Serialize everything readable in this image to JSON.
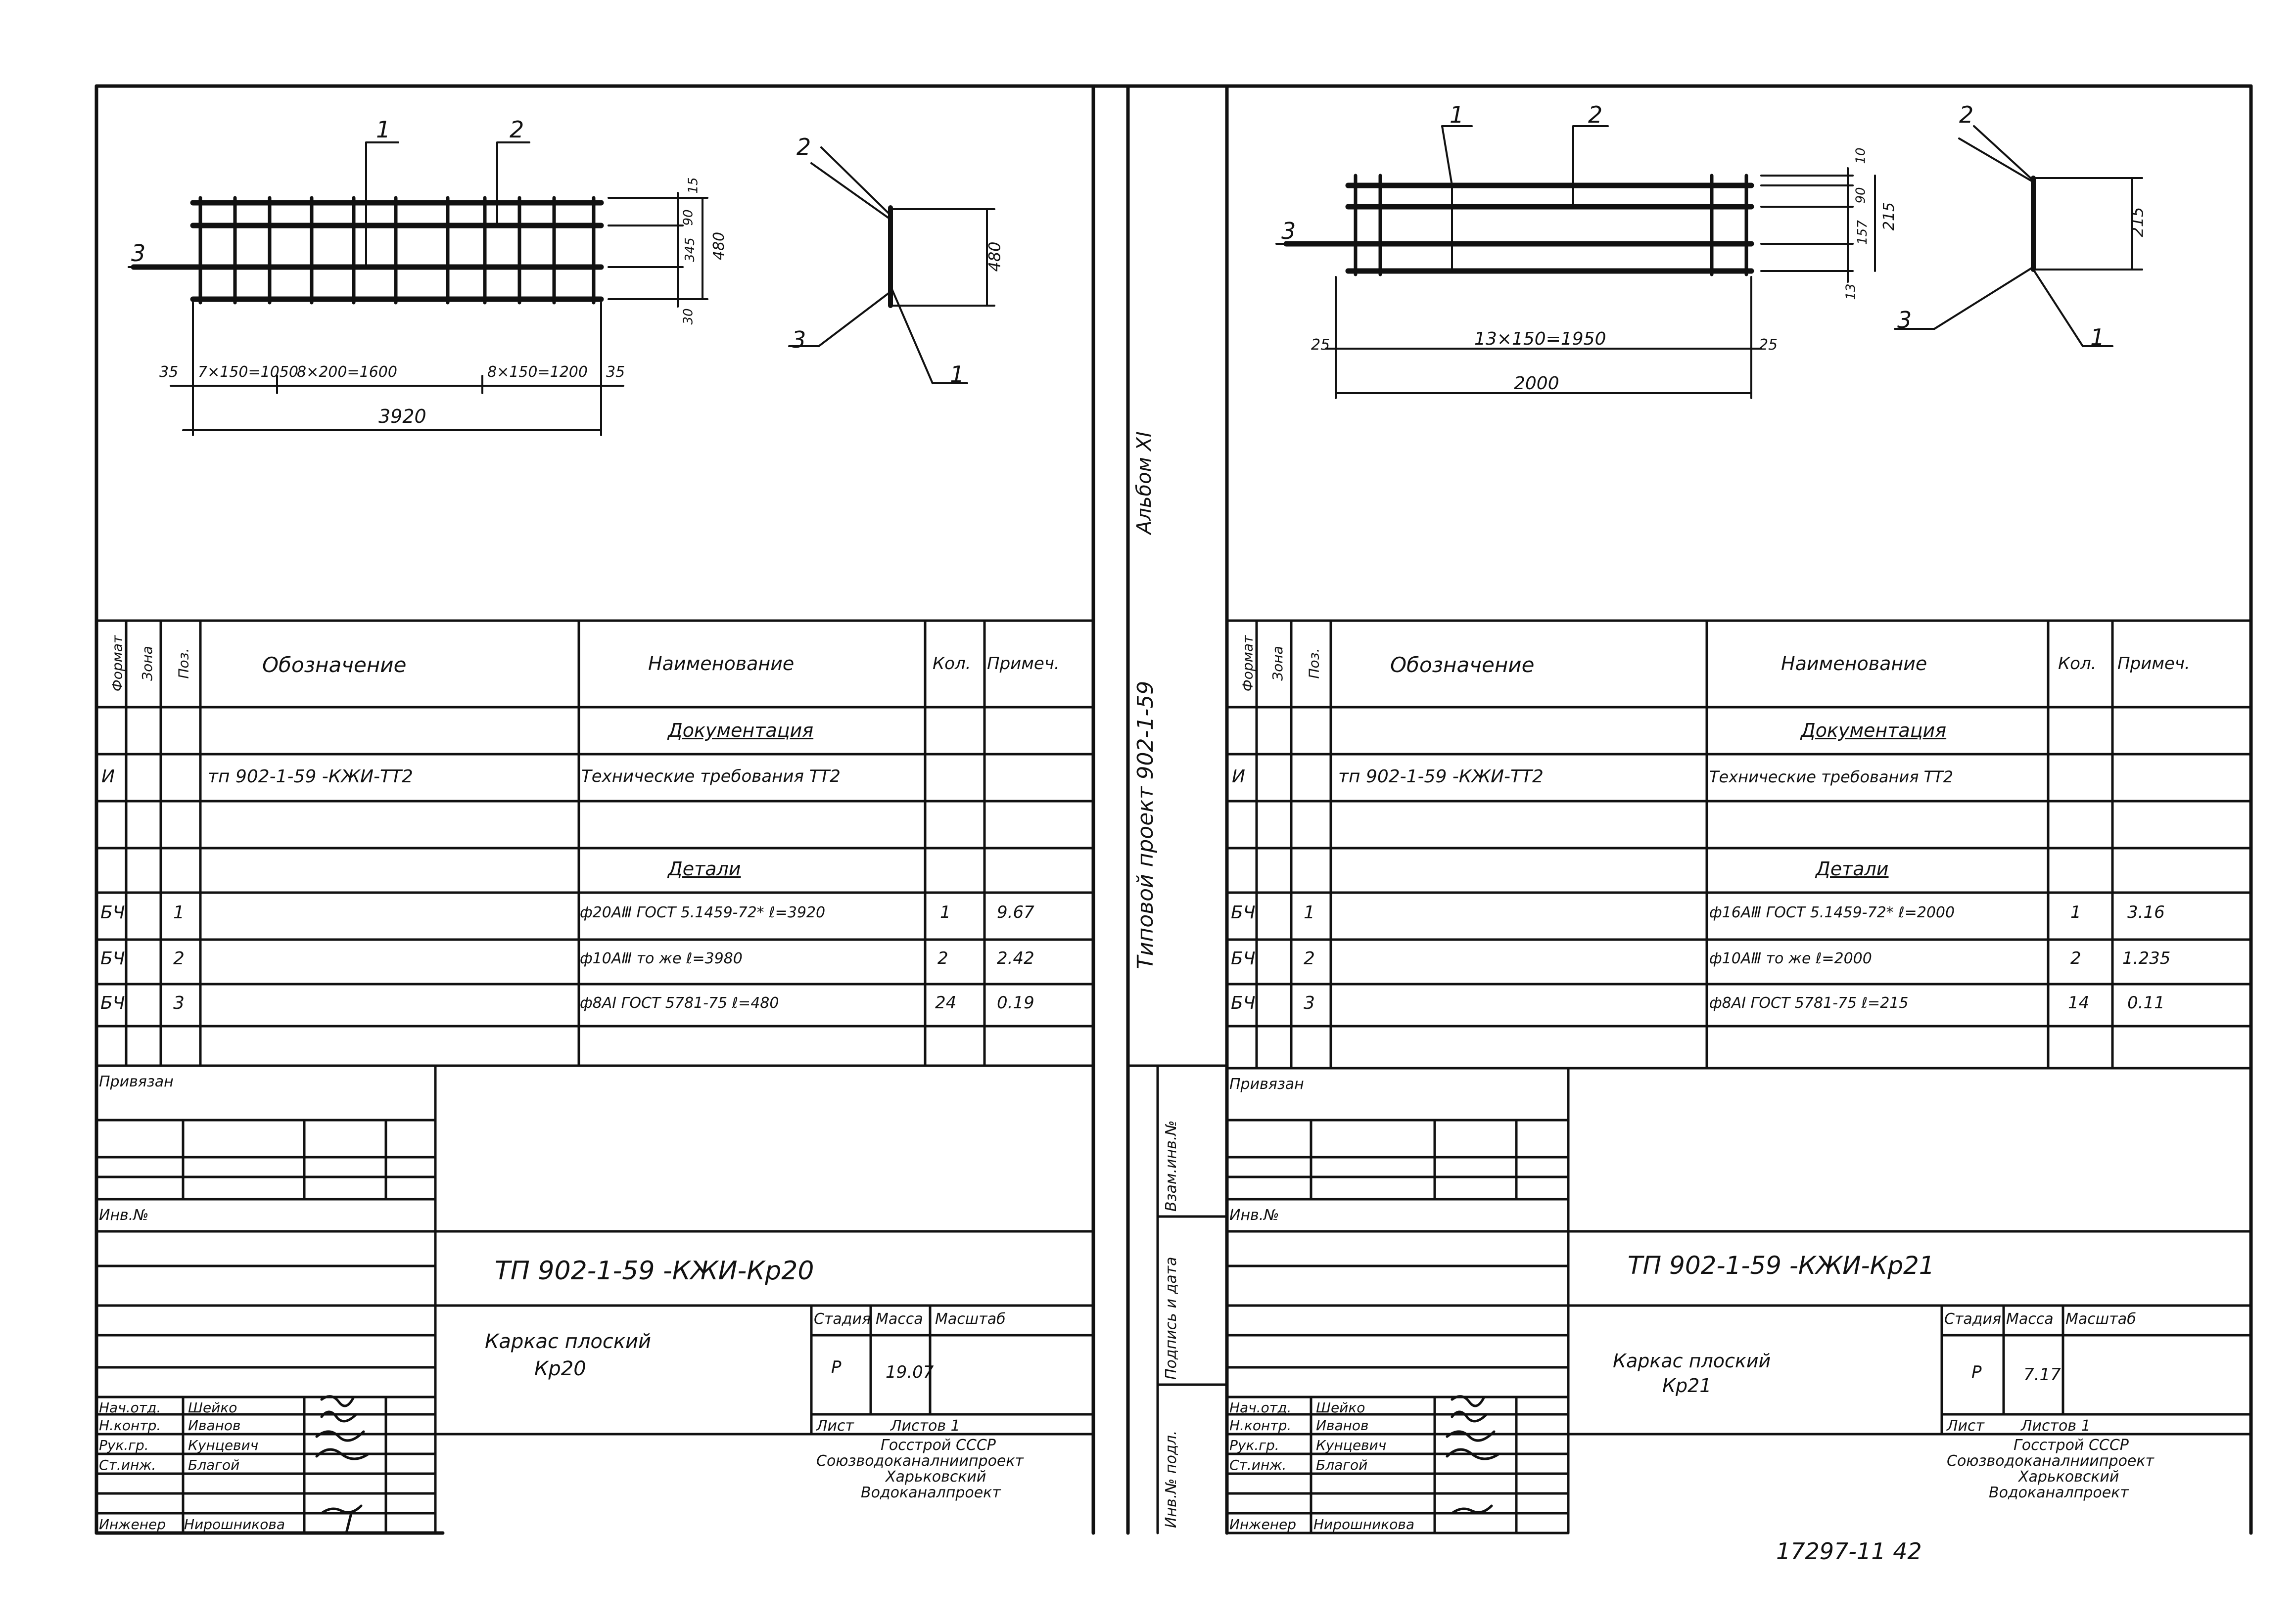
{
  "left_sheet": {
    "callouts": {
      "pos1": "1",
      "pos2": "2",
      "pos3": "3",
      "side_pos1": "1",
      "side_pos2": "2",
      "side_pos3": "3"
    },
    "dimensions": {
      "d35_left": "35",
      "d_spacing1": "7×150=1050",
      "d_spacing2": "8×200=1600",
      "d_spacing3": "8×150=1200",
      "d35_right": "35",
      "d_total": "3920",
      "d_15": "15",
      "d_90": "90",
      "d_345": "345",
      "d_480": "480",
      "d_30": "30",
      "d_side480": "480"
    },
    "spec_header": {
      "format": "Формат",
      "zone": "Зона",
      "pos": "Поз.",
      "designation": "Обозначение",
      "name": "Наименование",
      "qty": "Кол.",
      "note": "Примеч."
    },
    "spec_rows": [
      {
        "format": "",
        "pos": "",
        "designation": "",
        "name": "Документация",
        "qty": "",
        "note": ""
      },
      {
        "format": "И",
        "pos": "",
        "designation": "тп 902-1-59     -КЖИ-ТТ2",
        "name": "Технические требования ТТ2",
        "qty": "",
        "note": ""
      },
      {
        "format": "",
        "pos": "",
        "designation": "",
        "name": "",
        "qty": "",
        "note": ""
      },
      {
        "format": "",
        "pos": "",
        "designation": "",
        "name": "Детали",
        "qty": "",
        "note": ""
      },
      {
        "format": "БЧ",
        "pos": "1",
        "designation": "",
        "name": "ф20АⅢ ГОСТ 5.1459-72* ℓ=3920",
        "qty": "1",
        "note": "9.67"
      },
      {
        "format": "БЧ",
        "pos": "2",
        "designation": "",
        "name": "ф10АⅢ   то же       ℓ=3980",
        "qty": "2",
        "note": "2.42"
      },
      {
        "format": "БЧ",
        "pos": "3",
        "designation": "",
        "name": "ф8АⅠ ГОСТ 5781-75    ℓ=480",
        "qty": "24",
        "note": "0.19"
      }
    ],
    "binding_label": "Привязан",
    "inv_label": "Инв.№",
    "doc_code": "ТП 902-1-59        -КЖИ-Кр20",
    "product_name_1": "Каркас плоский",
    "product_name_2": "Кр20",
    "stage_header": "Стадия",
    "mass_header": "Масса",
    "scale_header": "Масштаб",
    "stage": "Р",
    "mass": "19.07",
    "sheet_label": "Лист",
    "sheets_label": "Листов  1",
    "org_1": "Госстрой СССР",
    "org_2": "Союзводоканалниипроект",
    "org_3": "Харьковский",
    "org_4": "Водоканалпроект",
    "staff": [
      {
        "role": "Нач.отд.",
        "name": "Шейко"
      },
      {
        "role": "Н.контр.",
        "name": "Иванов"
      },
      {
        "role": "Рук.гр.",
        "name": "Кунцевич"
      },
      {
        "role": "Ст.инж.",
        "name": "Благой"
      },
      {
        "role": "Инженер",
        "name": "Нирошникова"
      }
    ]
  },
  "middle_strip": {
    "album": "Альбом XI",
    "project": "Типовой проект   902-1-59",
    "vzam": "Взам.инв.№",
    "podpis": "Подпись и дата",
    "inv_podl": "Инв.№ подл."
  },
  "right_sheet": {
    "callouts": {
      "pos1": "1",
      "pos2": "2",
      "pos3": "3",
      "side_pos1": "1",
      "side_pos2": "2",
      "side_pos3": "3"
    },
    "dimensions": {
      "d25_left": "25",
      "d_spacing": "13×150=1950",
      "d25_right": "25",
      "d_total": "2000",
      "d_10": "10",
      "d_90": "90",
      "d_157": "157",
      "d_215": "215",
      "d_13": "13",
      "d_side215": "215"
    },
    "spec_header": {
      "format": "Формат",
      "zone": "Зона",
      "pos": "Поз.",
      "designation": "Обозначение",
      "name": "Наименование",
      "qty": "Кол.",
      "note": "Примеч."
    },
    "spec_rows": [
      {
        "format": "",
        "pos": "",
        "designation": "",
        "name": "Документация",
        "qty": "",
        "note": ""
      },
      {
        "format": "И",
        "pos": "",
        "designation": "тп 902-1-59     -КЖИ-ТТ2",
        "name": "Технические требования ТТ2",
        "qty": "",
        "note": ""
      },
      {
        "format": "",
        "pos": "",
        "designation": "",
        "name": "",
        "qty": "",
        "note": ""
      },
      {
        "format": "",
        "pos": "",
        "designation": "",
        "name": "Детали",
        "qty": "",
        "note": ""
      },
      {
        "format": "БЧ",
        "pos": "1",
        "designation": "",
        "name": "ф16АⅢ ГОСТ 5.1459-72* ℓ=2000",
        "qty": "1",
        "note": "3.16"
      },
      {
        "format": "БЧ",
        "pos": "2",
        "designation": "",
        "name": "ф10АⅢ   то же       ℓ=2000",
        "qty": "2",
        "note": "1.235"
      },
      {
        "format": "БЧ",
        "pos": "3",
        "designation": "",
        "name": "ф8АⅠ ГОСТ 5781-75    ℓ=215",
        "qty": "14",
        "note": "0.11"
      }
    ],
    "binding_label": "Привязан",
    "inv_label": "Инв.№",
    "doc_code": "ТП 902-1-59        -КЖИ-Кр21",
    "product_name_1": "Каркас плоский",
    "product_name_2": "Кр21",
    "stage_header": "Стадия",
    "mass_header": "Масса",
    "scale_header": "Масштаб",
    "stage": "Р",
    "mass": "7.17",
    "sheet_label": "Лист",
    "sheets_label": "Листов  1",
    "org_1": "Госстрой СССР",
    "org_2": "Союзводоканалниипроект",
    "org_3": "Харьковский",
    "org_4": "Водоканалпроект",
    "staff": [
      {
        "role": "Нач.отд.",
        "name": "Шейко"
      },
      {
        "role": "Н.контр.",
        "name": "Иванов"
      },
      {
        "role": "Рук.гр.",
        "name": "Кунцевич"
      },
      {
        "role": "Ст.инж.",
        "name": "Благой"
      },
      {
        "role": "Инженер",
        "name": "Нирошникова"
      }
    ]
  },
  "footer_number": "17297-11    42"
}
